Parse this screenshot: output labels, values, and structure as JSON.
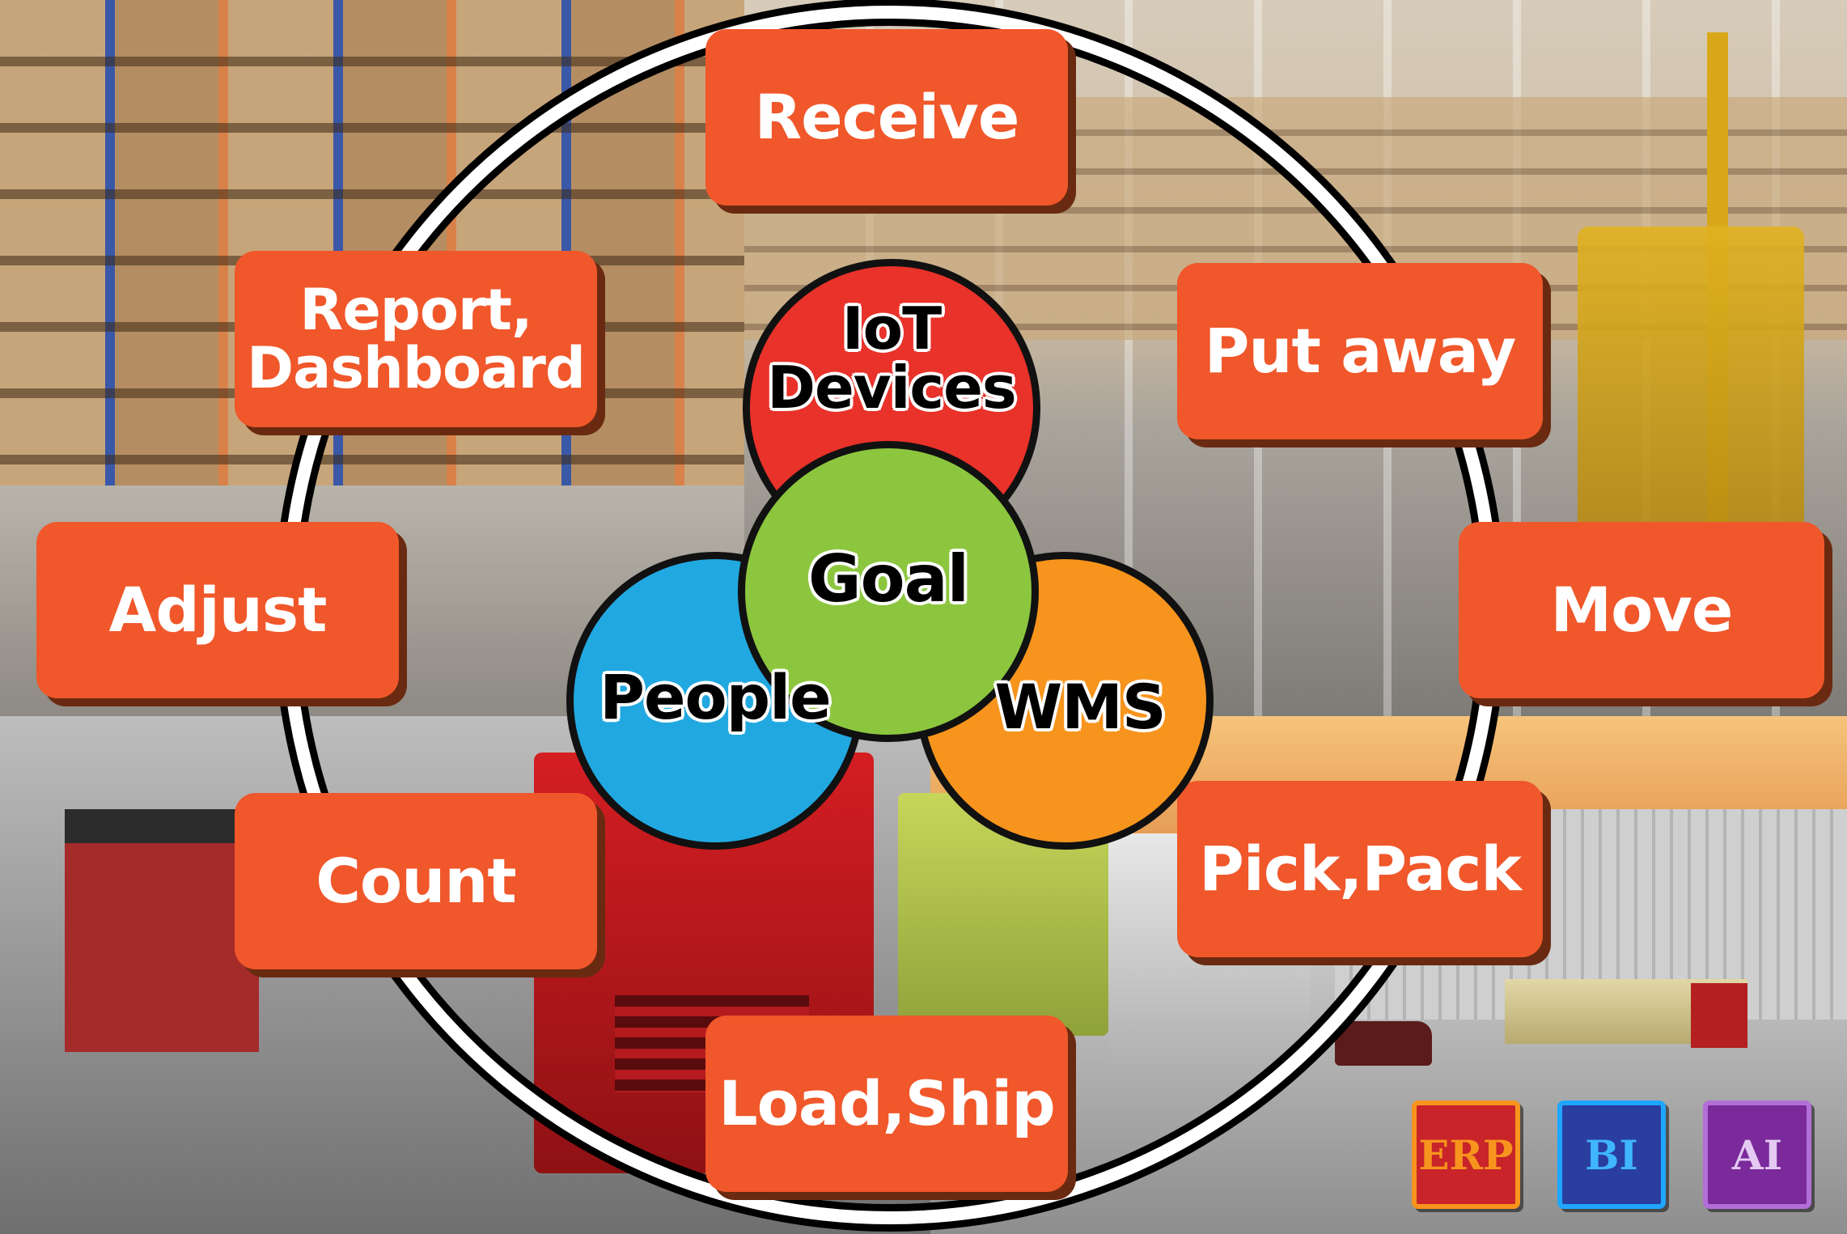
{
  "diagram": {
    "steps": {
      "receive": "Receive",
      "put_away": "Put away",
      "move": "Move",
      "pick_pack": "Pick,Pack",
      "load_ship": "Load,Ship",
      "count": "Count",
      "adjust": "Adjust",
      "report": "Report,\nDashboard"
    },
    "core": {
      "iot": "IoT\nDevices",
      "goal": "Goal",
      "people": "People",
      "wms": "WMS"
    },
    "badges": {
      "erp": "ERP",
      "bi": "BI",
      "ai": "AI"
    }
  },
  "colors": {
    "step_fill": "#f0572a",
    "iot": "#e8322a",
    "goal": "#8cc63f",
    "people": "#22a8e0",
    "wms": "#f7941d",
    "erp": "#c8242a",
    "bi": "#2a3ea0",
    "ai": "#7a2a9a"
  }
}
